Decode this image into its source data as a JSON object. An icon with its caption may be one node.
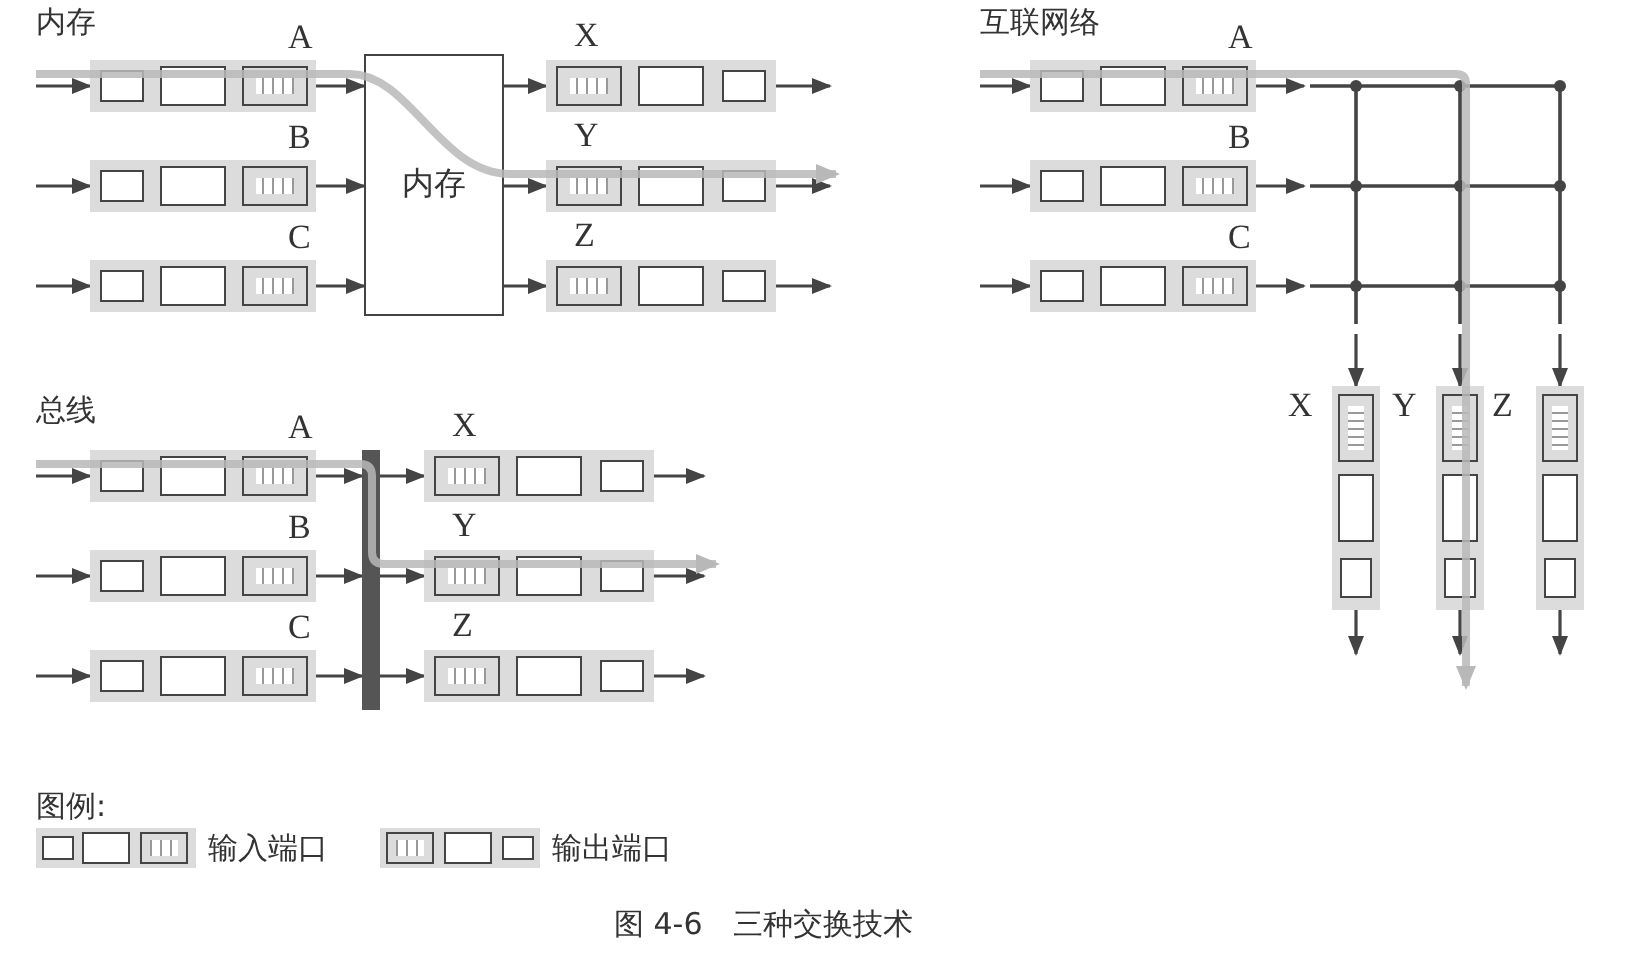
{
  "diagram": {
    "caption": "图 4-6　三种交换技术",
    "nodes": [
      {
        "text": [],
        "shape": "box",
        "beside": [
          "A"
        ]
      },
      {
        "text": [],
        "shape": "box",
        "beside": [
          "B"
        ]
      },
      {
        "text": [],
        "shape": "box",
        "beside": [
          "C"
        ]
      },
      {
        "text": [
          "内存"
        ]
      },
      {
        "text": [],
        "shape": "box",
        "beside": [
          "X"
        ]
      },
      {
        "text": [],
        "shape": "box",
        "beside": [
          "Y"
        ]
      },
      {
        "text": [],
        "shape": "box",
        "beside": [
          "Z"
        ]
      },
      {
        "text": [],
        "shape": "box",
        "beside": [
          "A"
        ]
      },
      {
        "text": [],
        "shape": "box",
        "beside": [
          "B"
        ]
      },
      {
        "text": [],
        "shape": "box",
        "beside": [
          "C"
        ]
      },
      {
        "text": [],
        "shape": "box",
        "beside": [
          "X"
        ]
      },
      {
        "text": [],
        "shape": "box",
        "beside": [
          "Y"
        ]
      },
      {
        "text": [],
        "shape": "box",
        "beside": [
          "Z"
        ]
      },
      {
        "text": [],
        "shape": "box",
        "beside": [
          "A"
        ]
      },
      {
        "text": [],
        "shape": "box",
        "beside": [
          "B"
        ]
      },
      {
        "text": [],
        "shape": "box",
        "beside": [
          "C"
        ]
      },
      {
        "text": [],
        "shape": "bar"
      },
      {
        "text": [],
        "shape": "box",
        "beside": [
          "X"
        ]
      },
      {
        "text": [],
        "shape": "box",
        "beside": [
          "Y"
        ]
      },
      {
        "text": [],
        "shape": "box",
        "beside": [
          "Z"
        ]
      }
    ],
    "edges": [
      {
        "from": null,
        "to": 0,
        "arrow": "to"
      },
      {
        "from": null,
        "to": 1,
        "arrow": "to"
      },
      {
        "from": null,
        "to": 2,
        "arrow": "to"
      },
      {
        "from": 0,
        "to": 3,
        "arrow": "to"
      },
      {
        "from": 1,
        "to": 3,
        "arrow": "to"
      },
      {
        "from": 2,
        "to": 3,
        "arrow": "to"
      },
      {
        "from": 3,
        "to": 4,
        "arrow": "to"
      },
      {
        "from": 3,
        "to": 5,
        "arrow": "to"
      },
      {
        "from": 3,
        "to": 6,
        "arrow": "to"
      },
      {
        "from": 4,
        "to": null,
        "arrow": "to"
      },
      {
        "from": 5,
        "to": null,
        "arrow": "to"
      },
      {
        "from": 6,
        "to": null,
        "arrow": "to"
      },
      {
        "from": null,
        "to": 7,
        "arrow": "to"
      },
      {
        "from": null,
        "to": 8,
        "arrow": "to"
      },
      {
        "from": null,
        "to": 9,
        "arrow": "to"
      },
      {
        "from": 7,
        "to": null,
        "arrow": "to"
      },
      {
        "from": 8,
        "to": null,
        "arrow": "to"
      },
      {
        "from": 9,
        "to": null,
        "arrow": "to"
      },
      {
        "from": null,
        "to": 10,
        "arrow": "to"
      },
      {
        "from": null,
        "to": 11,
        "arrow": "to"
      },
      {
        "from": null,
        "to": 12,
        "arrow": "to"
      },
      {
        "from": 10,
        "to": null,
        "arrow": "to"
      },
      {
        "from": 11,
        "to": null,
        "arrow": "to"
      },
      {
        "from": 12,
        "to": null,
        "arrow": "to"
      },
      {
        "from": null,
        "to": 13,
        "arrow": "to"
      },
      {
        "from": null,
        "to": 14,
        "arrow": "to"
      },
      {
        "from": null,
        "to": 15,
        "arrow": "to"
      },
      {
        "from": 13,
        "to": 16,
        "arrow": "to"
      },
      {
        "from": 14,
        "to": 16,
        "arrow": "to"
      },
      {
        "from": 15,
        "to": 16,
        "arrow": "to"
      },
      {
        "from": 16,
        "to": 17,
        "arrow": "to"
      },
      {
        "from": 16,
        "to": 18,
        "arrow": "to"
      },
      {
        "from": 16,
        "to": 19,
        "arrow": "to"
      },
      {
        "from": 17,
        "to": null,
        "arrow": "to"
      },
      {
        "from": 18,
        "to": null,
        "arrow": "to"
      },
      {
        "from": 19,
        "to": null,
        "arrow": "to"
      }
    ],
    "labels": [
      "内存",
      "互联网络",
      "总线",
      "图例:"
    ],
    "legend": [
      {
        "text": "输入端口"
      },
      {
        "text": "输出端口"
      }
    ]
  }
}
